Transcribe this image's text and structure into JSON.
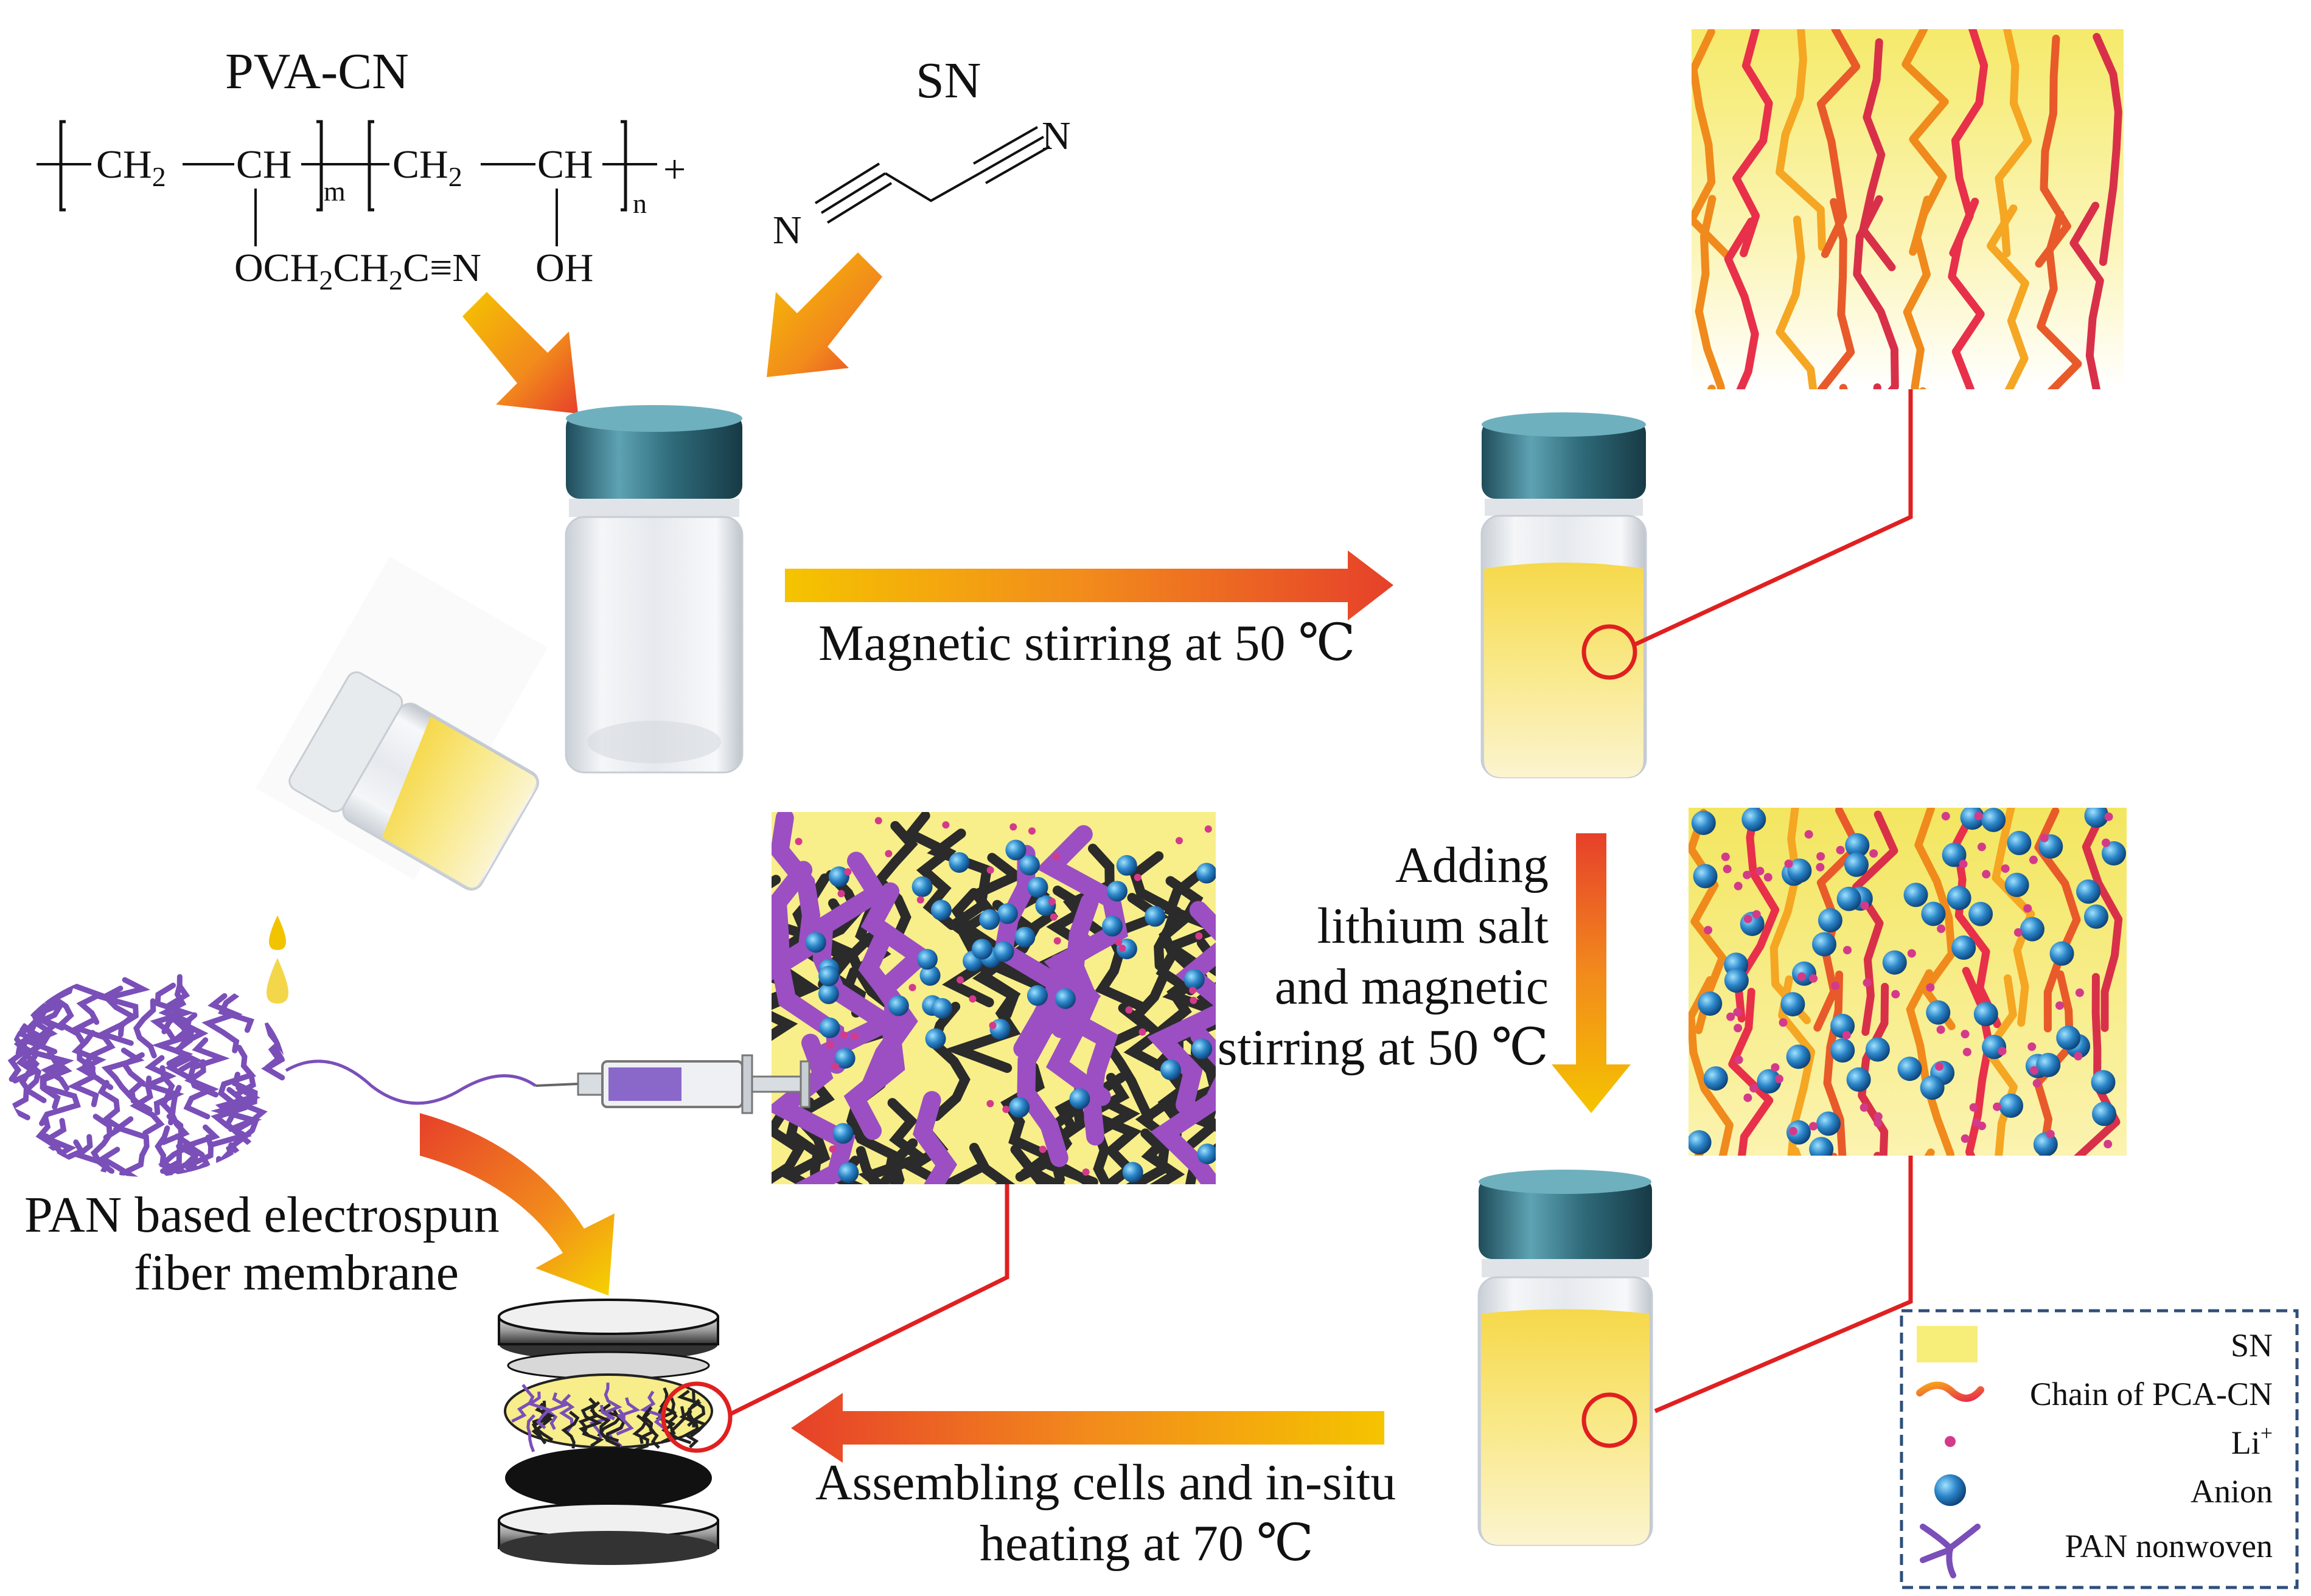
{
  "polymer": {
    "name": "PVA-CN",
    "ch2_a": "CH",
    "ch_a": "CH",
    "ch2_b": "CH",
    "ch_b": "CH",
    "two": "2",
    "sub_m": "m",
    "sub_n": "n",
    "plus": "+",
    "side_chain": "OCH",
    "side_mid": "CH",
    "side_end": "C≡N",
    "hydroxyl": "OH"
  },
  "sn": {
    "name": "SN",
    "n_left": "N",
    "n_right": "N"
  },
  "steps": {
    "step1": "Magnetic stirring at 50 ℃",
    "step2_lines": [
      "Adding",
      "lithium salt",
      "and magnetic",
      "stirring at 50 ℃"
    ],
    "step3_lines": [
      "Assembling cells and in-situ",
      "heating at 70 ℃"
    ]
  },
  "membrane_label_lines": [
    "PAN based electrospun",
    "fiber membrane"
  ],
  "legend": {
    "items": [
      {
        "label": "SN",
        "icon": "sn-swatch-icon"
      },
      {
        "label": "Chain of PCA-CN",
        "icon": "polymer-chain-icon"
      },
      {
        "label": "Li",
        "sup": "+",
        "icon": "lithium-ion-icon"
      },
      {
        "label": "Anion",
        "icon": "anion-icon"
      },
      {
        "label": "PAN nonwoven",
        "icon": "pan-nonwoven-icon"
      }
    ]
  },
  "colors": {
    "sn_yellow": "#f7ee7a",
    "chain_orange": "#f08a1c",
    "chain_red": "#e8304a",
    "li_pink": "#d43a8a",
    "anion_blue": "#1a6fb5",
    "pan_purple": "#7a4fb8",
    "connector_red": "#e02020",
    "cap_teal": "#3f7f8f",
    "legend_border": "#2f4f7a"
  }
}
